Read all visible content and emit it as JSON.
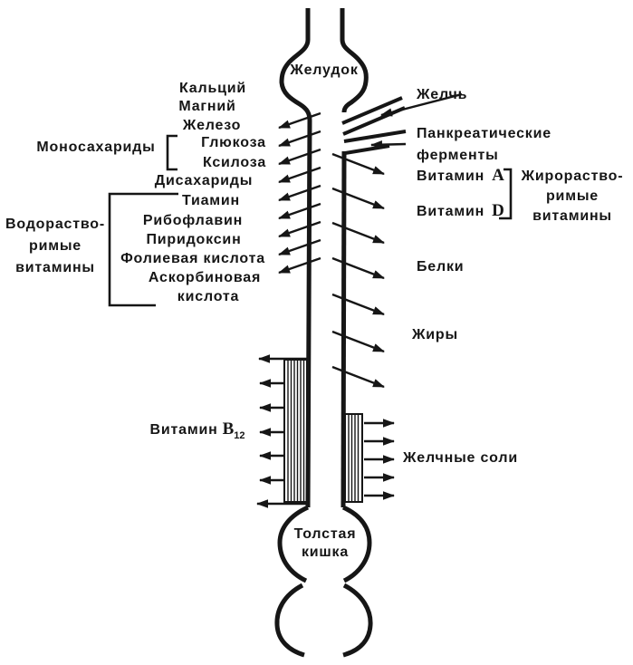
{
  "colors": {
    "ink": "#161616",
    "paper": "#ffffff"
  },
  "labels": {
    "stomach": "Желудок",
    "calcium": "Кальций",
    "magnesium": "Магний",
    "iron": "Железо",
    "monosaccharides": "Моносахариды",
    "glucose": "Глюкоза",
    "xylose": "Ксилоза",
    "disaccharides": "Дисахариды",
    "thiamine": "Тиамин",
    "riboflavin": "Рибофлавин",
    "pyridoxine": "Пиридоксин",
    "folic_acid": "Фолиевая кислота",
    "ascorbic_acid_line1": "Аскорбиновая",
    "ascorbic_acid_line2": "кислота",
    "water_soluble_line1": "Водораство-",
    "water_soluble_line2": "римые",
    "water_soluble_line3": "витамины",
    "vitamin_b12_word": "Витамин",
    "vitamin_b12_letter": "B",
    "vitamin_b12_subscript": "12",
    "bile": "Желчь",
    "pancreatic_line1": "Панкреатические",
    "pancreatic_line2": "ферменты",
    "vitamin_a_word": "Витамин",
    "vitamin_a_letter": "A",
    "vitamin_d_word": "Витамин",
    "vitamin_d_letter": "D",
    "fat_soluble_line1": "Жирораство-",
    "fat_soluble_line2": "римые",
    "fat_soluble_line3": "витамины",
    "proteins": "Белки",
    "fats": "Жиры",
    "bile_salts": "Желчные соли",
    "large_intestine_line1": "Толстая",
    "large_intestine_line2": "кишка"
  }
}
